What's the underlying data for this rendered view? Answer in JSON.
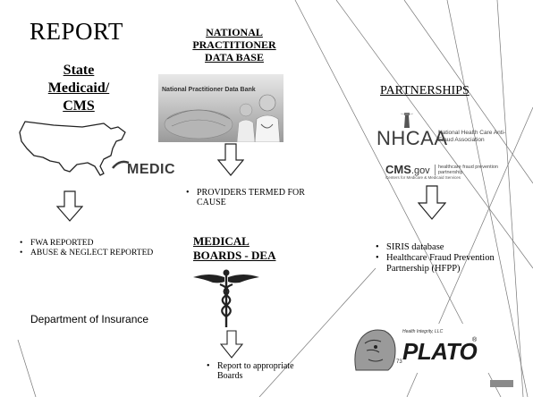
{
  "title": "REPORT",
  "state": {
    "line1": "State",
    "line2": "Medicaid/",
    "line3": "CMS"
  },
  "npdb": {
    "line1": "NATIONAL",
    "line2": "PRACTITIONER",
    "line3": "DATA BASE",
    "image_caption": "National Practitioner Data Bank"
  },
  "partnerships": "PARTNERSHIPS",
  "medic_logo": "MEDIC",
  "nhcaa": {
    "name": "NHCAA",
    "subtitle": "National Health Care Anti-Fraud Association",
    "cms": "CMS",
    "cms_gov": ".gov",
    "cms_sub": "Centers for Medicare & Medicaid Services",
    "hfpp_tag": "healthcare fraud prevention partnership"
  },
  "left_list": [
    "FWA REPORTED",
    "ABUSE & NEGLECT REPORTED"
  ],
  "npdb_list": [
    "PROVIDERS TERMED FOR CAUSE"
  ],
  "medical_boards": {
    "line1": "MEDICAL",
    "line2": "BOARDS - DEA"
  },
  "right_list": [
    "SIRIS database",
    "Healthcare Fraud Prevention Partnership (HFPP)"
  ],
  "department": "Department of Insurance",
  "report_list": [
    "Report to appropriate Boards"
  ],
  "plato": {
    "word": "PLATO",
    "reg": "®",
    "small": "Health Integrity, LLC",
    "slide_number": "73"
  },
  "colors": {
    "background": "#ffffff",
    "text": "#000000",
    "logo_gray": "#3b3b3b"
  },
  "icons": [
    "us-map-icon",
    "down-arrow-icon",
    "caduceus-icon",
    "lighthouse-icon",
    "plato-bust-icon"
  ]
}
